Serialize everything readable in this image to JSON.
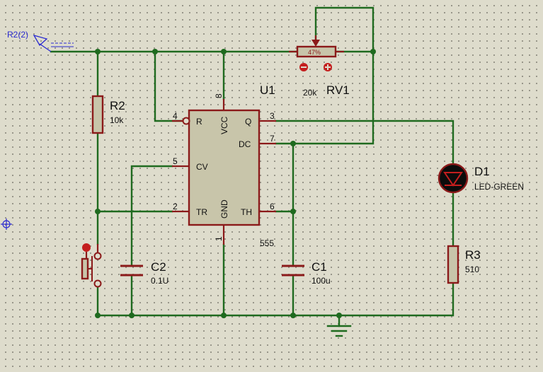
{
  "terminal": {
    "label": "R2(2)"
  },
  "u1": {
    "ref": "U1",
    "value": "555",
    "pins": {
      "r": {
        "num": "4",
        "name": "R"
      },
      "cv": {
        "num": "5",
        "name": "CV"
      },
      "tr": {
        "num": "2",
        "name": "TR"
      },
      "vcc": {
        "num": "8",
        "name": "VCC"
      },
      "gnd": {
        "num": "1",
        "name": "GND"
      },
      "q": {
        "num": "3",
        "name": "Q"
      },
      "dc": {
        "num": "7",
        "name": "DC"
      },
      "th": {
        "num": "6",
        "name": "TH"
      }
    }
  },
  "r2": {
    "ref": "R2",
    "value": "10k"
  },
  "rv1": {
    "ref": "RV1",
    "value": "20k",
    "percent": "47%"
  },
  "c2": {
    "ref": "C2",
    "value": "0.1U"
  },
  "c1": {
    "ref": "C1",
    "value": "100u"
  },
  "d1": {
    "ref": "D1",
    "value": "LED-GREEN"
  },
  "r3": {
    "ref": "R3",
    "value": "510"
  },
  "colors": {
    "wire": "#1f6a1f",
    "component": "#8b1a1a",
    "background": "#dedccc",
    "terminal": "#2a2ad0",
    "probe": "#c41e1e"
  }
}
